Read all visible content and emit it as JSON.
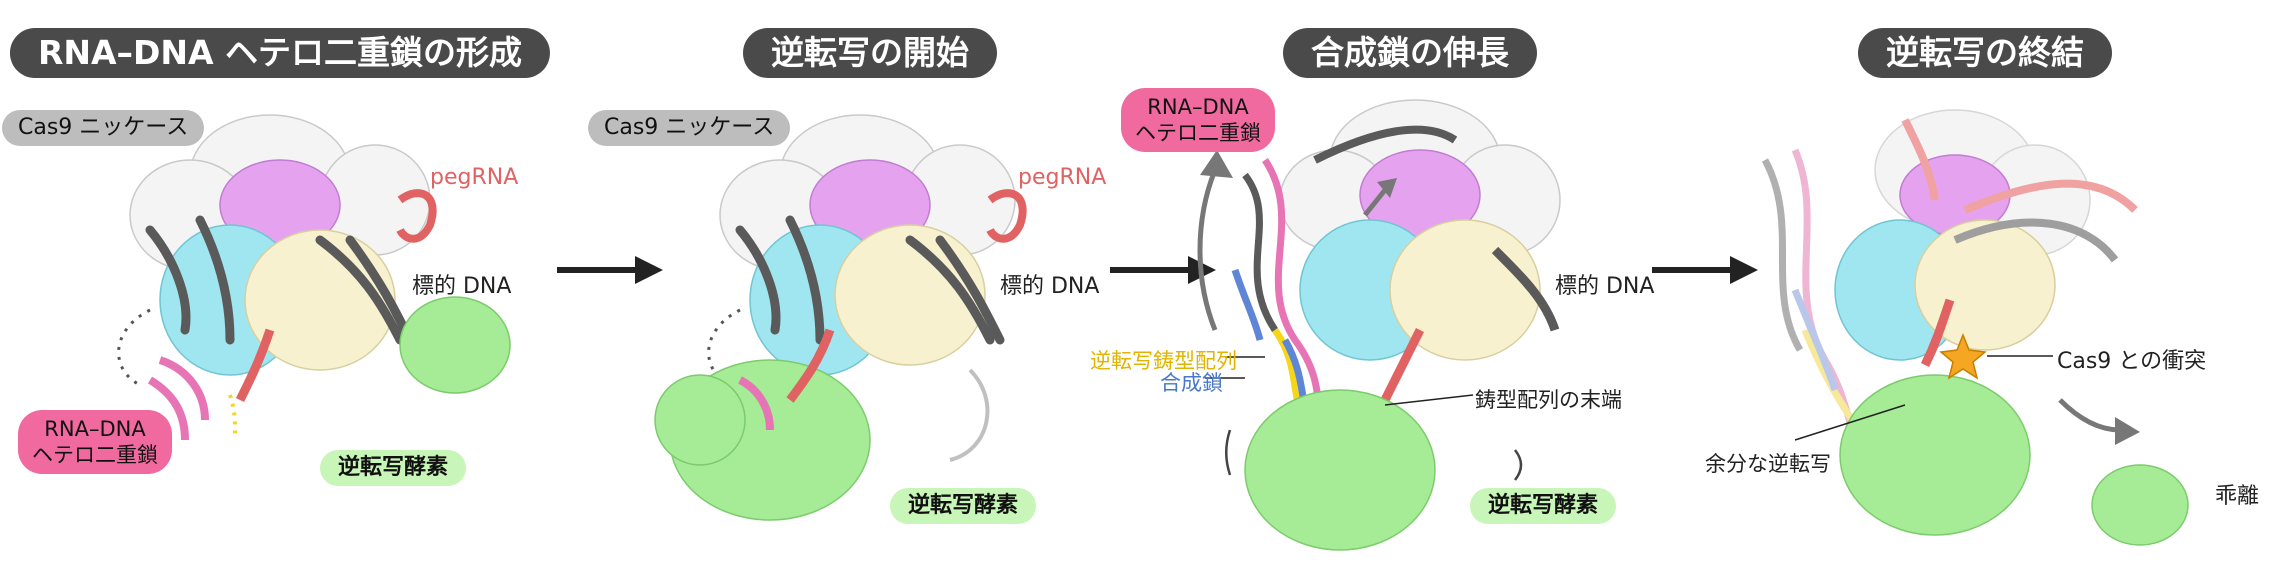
{
  "panels": [
    {
      "title": "RNA–DNA ヘテロ二重鎖の形成",
      "labels": {
        "cas9": "Cas9 ニッケース",
        "pegrna": "pegRNA",
        "target_dna": "標的 DNA",
        "heteroduplex": "RNA–DNA\nヘテロ二重鎖",
        "rt": "逆転写酵素"
      }
    },
    {
      "title": "逆転写の開始",
      "labels": {
        "cas9": "Cas9 ニッケース",
        "pegrna": "pegRNA",
        "target_dna": "標的 DNA",
        "rt": "逆転写酵素"
      }
    },
    {
      "title": "合成鎖の伸長",
      "labels": {
        "heteroduplex": "RNA–DNA\nヘテロ二重鎖",
        "target_dna": "標的 DNA",
        "template": "逆転写鋳型配列",
        "synth": "合成鎖",
        "template_end": "鋳型配列の末端",
        "rt": "逆転写酵素"
      }
    },
    {
      "title": "逆転写の終結",
      "labels": {
        "clash": "Cas9 との衝突",
        "excess": "余分な逆転写",
        "release": "乖離"
      }
    }
  ],
  "colors": {
    "title_bg": "#4a4a4a",
    "pill_gray": "#bdbdbd",
    "pill_pink": "#f06aa0",
    "pill_green": "#c8f5b8",
    "protein_white": "#f4f4f4",
    "protein_magenta": "#e5a3ef",
    "protein_cyan": "#9fe6f0",
    "protein_cream": "#f7f1cf",
    "protein_green": "#a6ec96",
    "rna_red": "#e06262",
    "dna_gray": "#5a5a5a",
    "rna_pink": "#e774b4",
    "template_yellow": "#f5d61a",
    "synth_blue": "#5f86d6",
    "arrow": "#222222",
    "star": "#f5a623"
  }
}
